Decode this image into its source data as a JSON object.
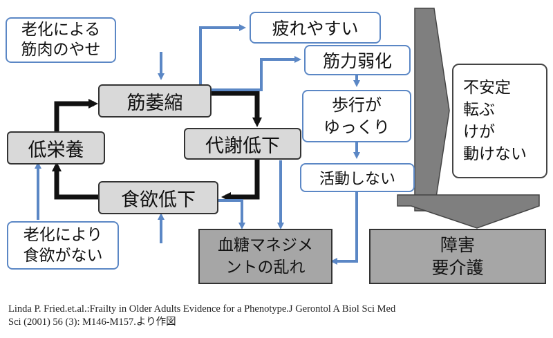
{
  "nodes": {
    "aging_muscle": "老化による\n筋肉のやせ",
    "fatigue": "疲れやすい",
    "muscle_weak": "筋力弱化",
    "sarcopenia": "筋萎縮",
    "metabolism": "代謝低下",
    "walking_slow": "歩行が\nゆっくり",
    "low_nutrition": "低栄養",
    "inactive": "活動しない",
    "appetite_low": "食欲低下",
    "aging_appetite": "老化により\n食欲がない",
    "blood_sugar": "血糖マネジメ\nントの乱れ",
    "unstable": "不安定\n転ぶ\nけが\n動けない",
    "disability": "障害\n要介護"
  },
  "citation": "Linda P. Fried.et.al.:Frailty in Older Adults  Evidence for a Phenotype.J Gerontol A Biol Sci Med\nSci (2001) 56 (3): M146-M157.より作図",
  "colors": {
    "blue": "#5b87c5",
    "black": "#111111",
    "gray_arrow": "#7f7f7f"
  }
}
